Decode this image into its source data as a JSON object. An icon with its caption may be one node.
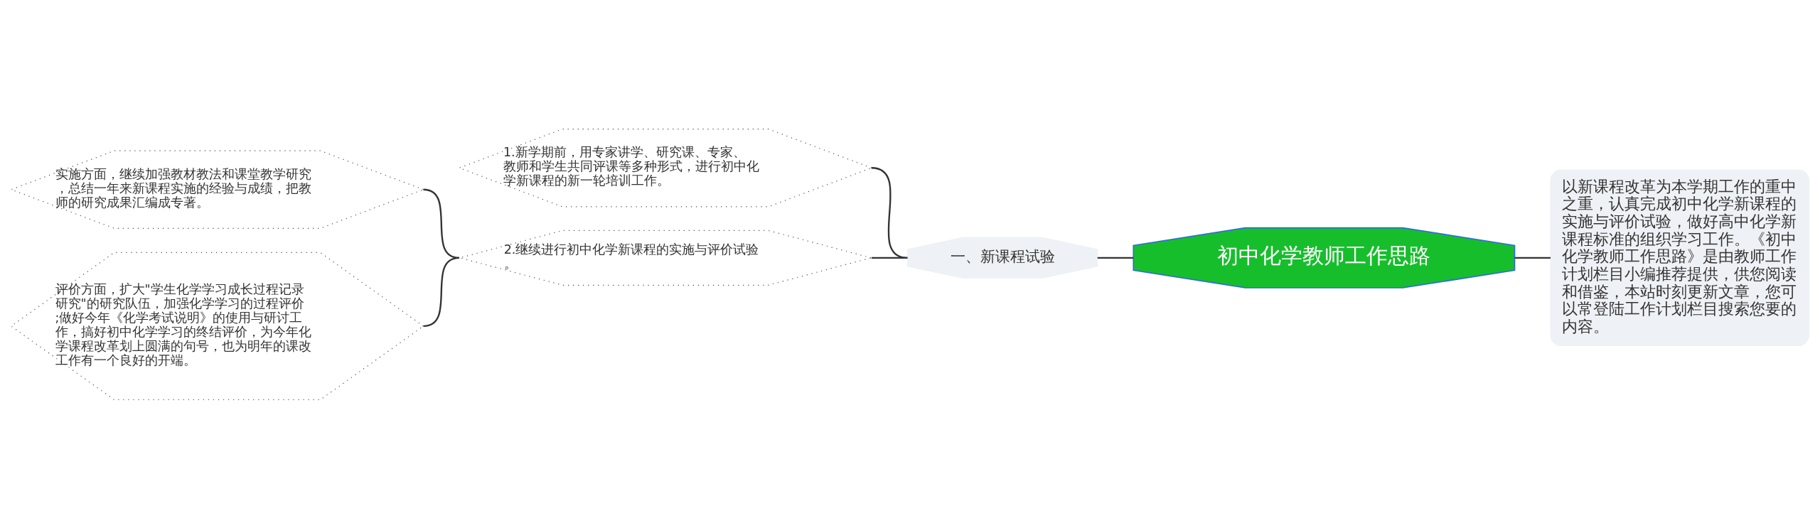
{
  "diagram": {
    "nodes": [
      {
        "text": [
          "初中化学教师工作思路"
        ]
      },
      {
        "text": [
          "一、新课程试验"
        ]
      },
      {
        "text": [
          "1.新学期前，用专家讲学、研究课、专家、教师和学生共同评课等多种形式，进行初中化学新课程的新一轮培训工作。"
        ]
      },
      {
        "text": [
          "2.继续进行初中化学新课程的实施与评价试验。"
        ]
      },
      {
        "text": [
          "实施方面，继续加强教材教法和课堂教学研究，总结一年来新课程实施的经验与成绩，把教师的研究成果汇编成专著。"
        ]
      },
      {
        "text": [
          "评价方面，扩大\"学生化学学习成长过程记录研究\"的研究队伍，加强化学学习的过程评价;做好今年《化学考试说明》的使用与研讨工作，搞好初中化学学习的终结评价，为今年化学课程改革划上圆满的句号，也为明年的课改工作有一个良好的开端。"
        ]
      },
      {
        "text": [
          "以新课程改革为本学期工作的重中之重，认真完成初中化学新课程的实施与评价试验，做好高中化学新课程标准的组织学习工作。《初中化学教师工作思路》是由教师工作计划栏目小编推荐提供，供您阅读和借鉴，本站时刻更新文章，您可以常登陆工作计划栏目搜索您要的内容。"
        ]
      }
    ],
    "edges": [
      {
        "from": 0,
        "to": 1,
        "arrow": "none"
      },
      {
        "from": 1,
        "to": 2,
        "arrow": "none"
      },
      {
        "from": 1,
        "to": 3,
        "arrow": "none"
      },
      {
        "from": 3,
        "to": 4,
        "arrow": "none"
      },
      {
        "from": 3,
        "to": 5,
        "arrow": "none"
      },
      {
        "from": 0,
        "to": 6,
        "arrow": "none"
      }
    ]
  }
}
